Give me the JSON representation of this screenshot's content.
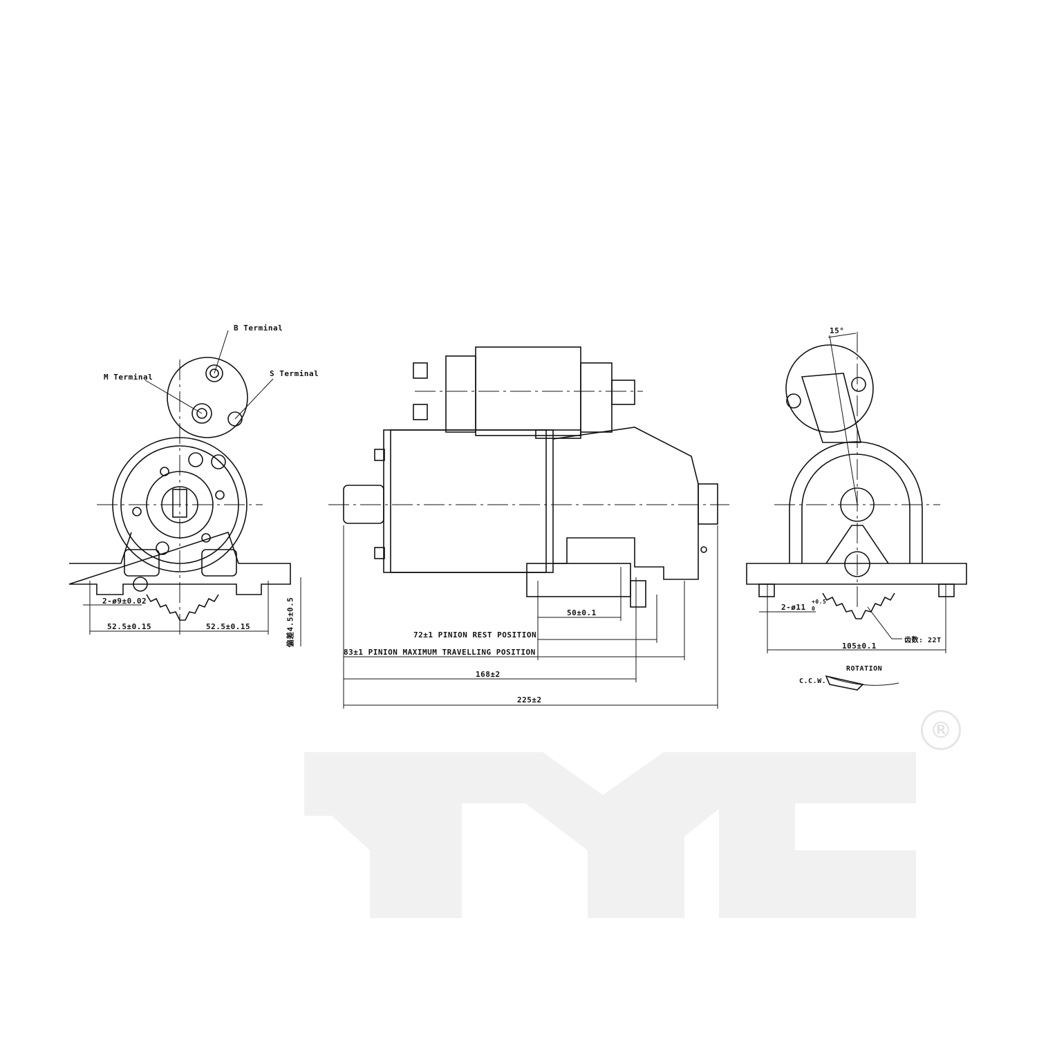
{
  "title": "Starter motor technical drawing",
  "left_view": {
    "labels": {
      "b_terminal": "B Terminal",
      "m_terminal": "M Terminal",
      "s_terminal": "S Terminal"
    },
    "dims": {
      "hole": "2-ø9±0.02",
      "left_half": "52.5±0.15",
      "right_half": "52.5±0.15",
      "flange": "偏差4.5±0.5"
    }
  },
  "side_view": {
    "dims": {
      "d50": "50±0.1",
      "d72": "72±1 PINION REST POSITION",
      "d83": "83±1 PINION MAXIMUM TRAVELLING POSITION",
      "d168": "168±2",
      "d225": "225±2"
    }
  },
  "right_view": {
    "angle": "15°",
    "hole": "2-ø11",
    "hole_tol_upper": "+0.5",
    "hole_tol_lower": "0",
    "teeth": "齿数: 22T",
    "width": "105±0.1",
    "rotation_title": "ROTATION",
    "rotation_dir": "C.C.W."
  },
  "logo": {
    "text": "TYC",
    "registered": "®"
  }
}
